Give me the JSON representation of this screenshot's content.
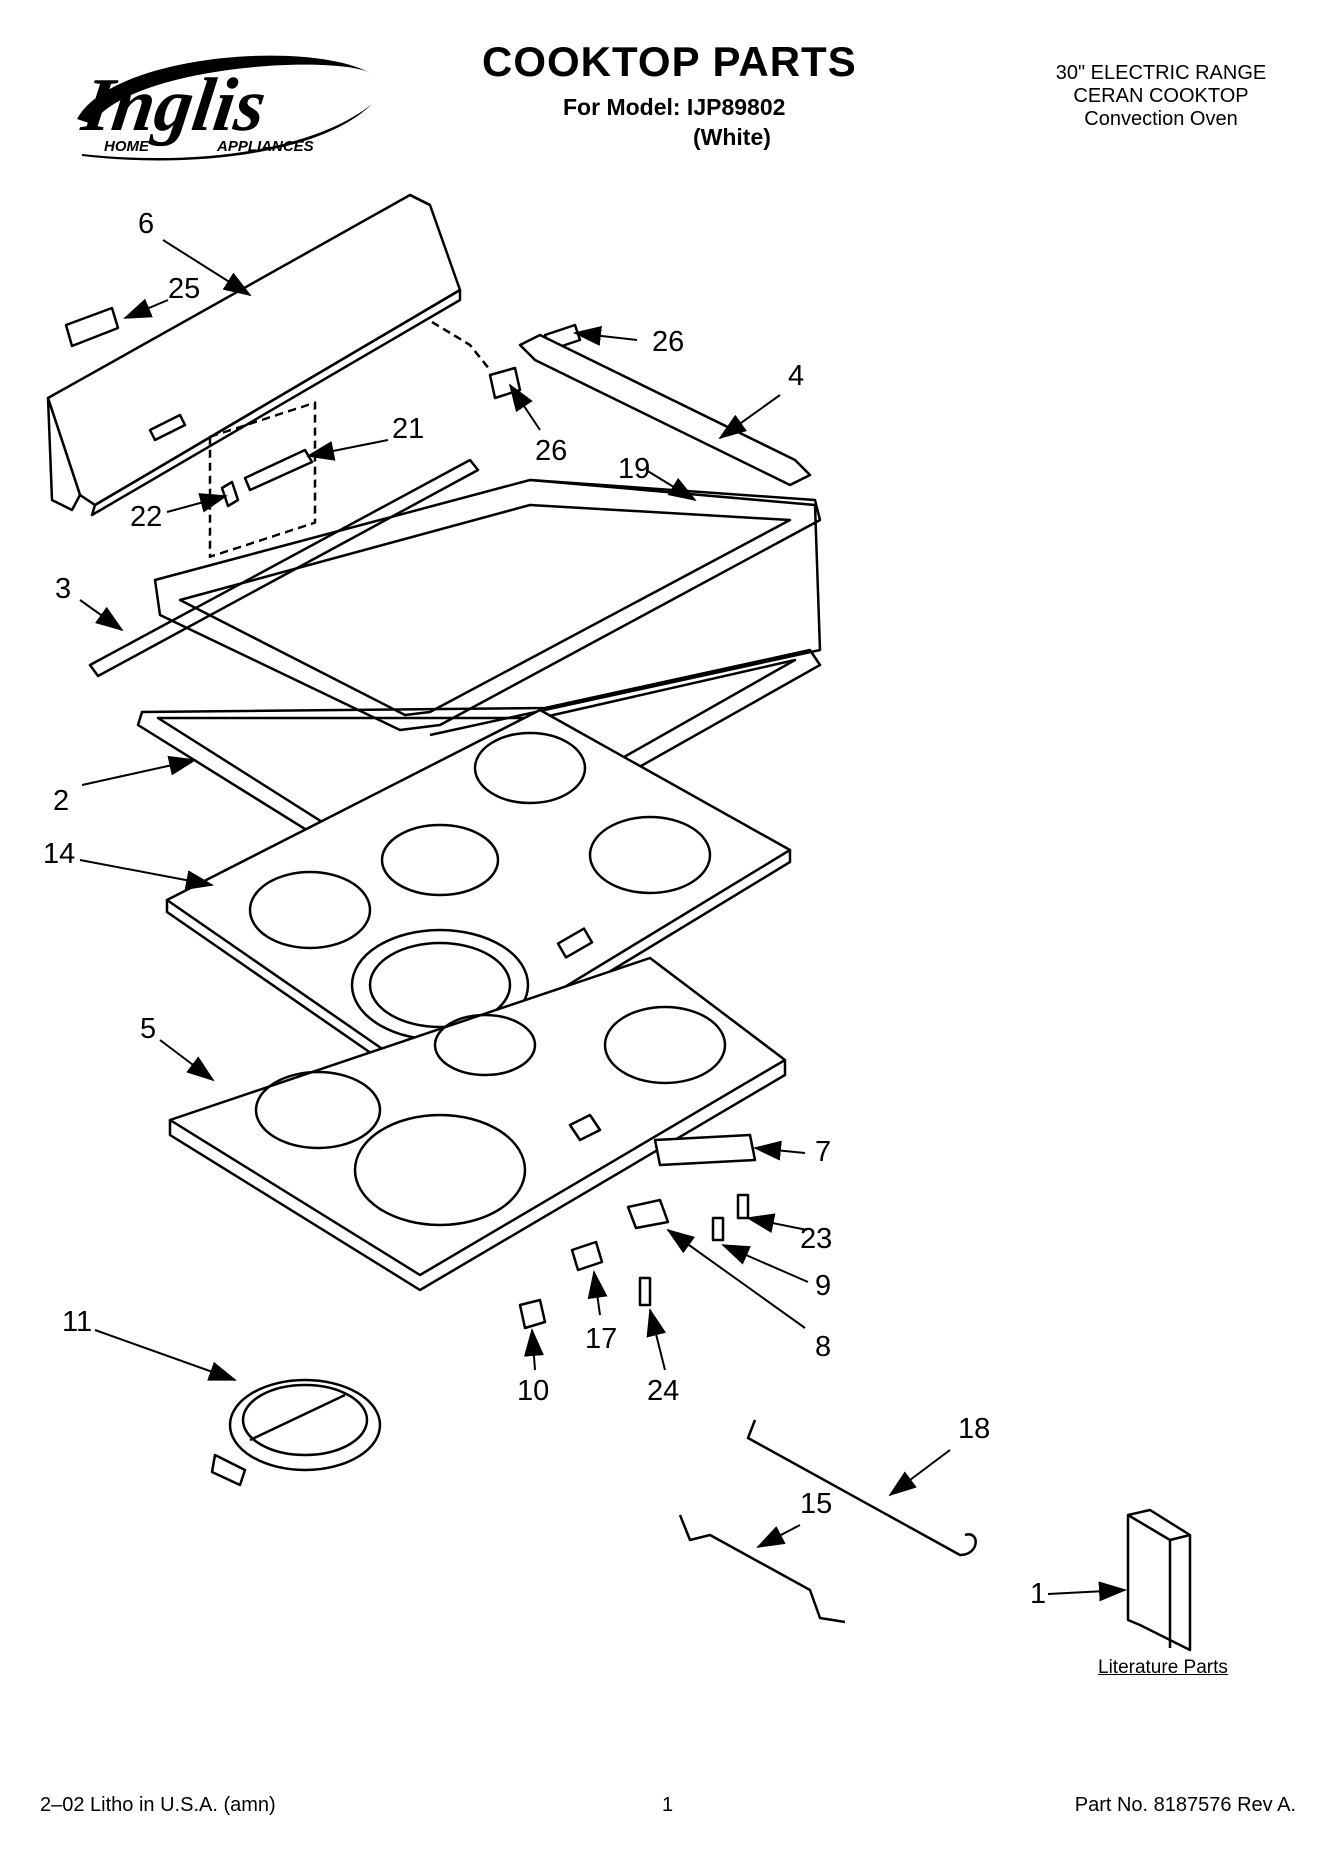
{
  "header": {
    "brand_logo_text": "Inglis",
    "brand_logo_tagline": "HOME APPLIANCES",
    "title": "COOKTOP PARTS",
    "model_line": "For Model: IJP89802",
    "color_line": "(White)",
    "product_lines": [
      "30\" ELECTRIC RANGE",
      "CERAN COOKTOP",
      "Convection Oven"
    ]
  },
  "callouts": {
    "c1": "1",
    "c2": "2",
    "c3": "3",
    "c4": "4",
    "c5": "5",
    "c6": "6",
    "c7": "7",
    "c8": "8",
    "c9": "9",
    "c10": "10",
    "c11": "11",
    "c14": "14",
    "c15": "15",
    "c17": "17",
    "c18": "18",
    "c19": "19",
    "c21": "21",
    "c22": "22",
    "c23": "23",
    "c24": "24",
    "c25": "25",
    "c26a": "26",
    "c26b": "26"
  },
  "literature_label": "Literature Parts",
  "footer": {
    "left": "2–02 Litho in U.S.A. (amn)",
    "center": "1",
    "right": "Part No. 8187576 Rev A."
  }
}
